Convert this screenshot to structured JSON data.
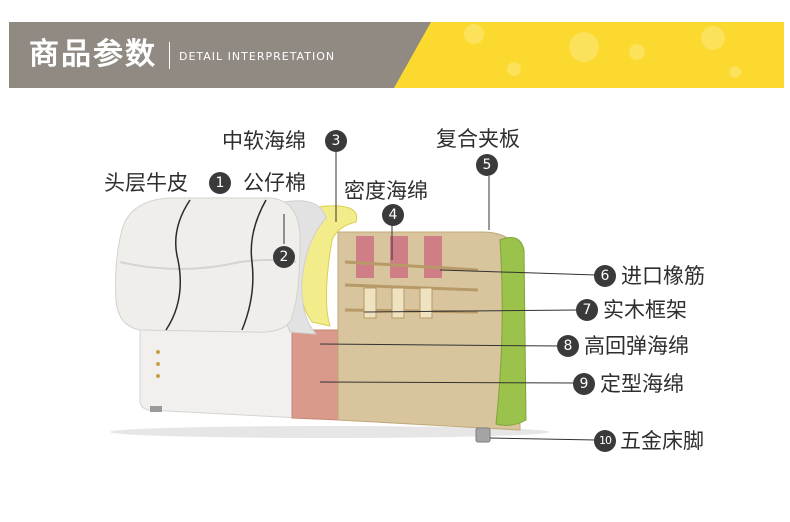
{
  "header": {
    "title": "商品参数",
    "subtitle": "DETAIL INTERPRETATION"
  },
  "components": [
    {
      "num": "1",
      "label": "头层牛皮"
    },
    {
      "num": "2",
      "label": "公仔棉"
    },
    {
      "num": "3",
      "label": "中软海绵"
    },
    {
      "num": "4",
      "label": "密度海绵"
    },
    {
      "num": "5",
      "label": "复合夹板"
    },
    {
      "num": "6",
      "label": "进口橡筋"
    },
    {
      "num": "7",
      "label": "实木框架"
    },
    {
      "num": "8",
      "label": "高回弹海绵"
    },
    {
      "num": "9",
      "label": "定型海绵"
    },
    {
      "num": "10",
      "label": "五金床脚"
    }
  ],
  "colors": {
    "banner_gray": "#918a83",
    "banner_yellow": "#fbd92e",
    "leather": "#efeeeb",
    "sponge_yellow": "#f3ec8a",
    "sponge_pink": "#d99a8c",
    "board": "#d8c59d",
    "sponge_green": "#9bc24a"
  }
}
